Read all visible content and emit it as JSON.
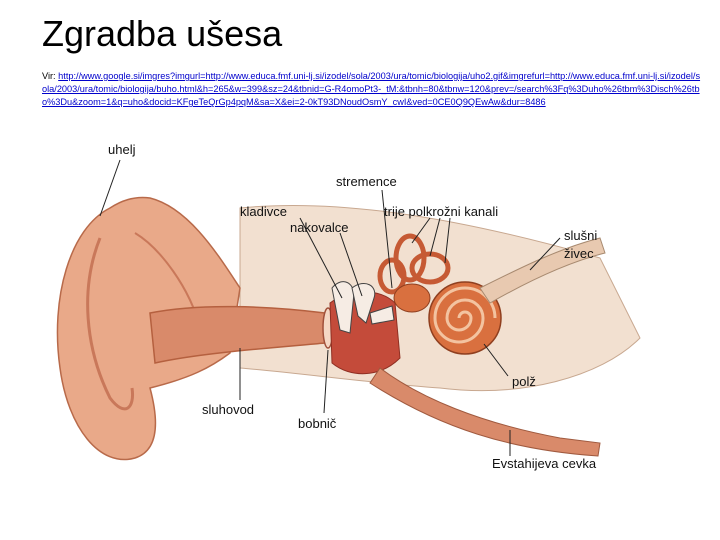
{
  "slide": {
    "title": "Zgradba ušesa",
    "source_prefix": "Vir: ",
    "source_url": "http://www.google.si/imgres?imgurl=http://www.educa.fmf.uni-lj.si/izodel/sola/2003/ura/tomic/biologija/uho2.gif&imgrefurl=http://www.educa.fmf.uni-lj.si/izodel/sola/2003/ura/tomic/biologija/buho.html&h=265&w=399&sz=24&tbnid=G-R4omoPt3-_tM:&tbnh=80&tbnw=120&prev=/search%3Fq%3Duho%26tbm%3Disch%26tbo%3Du&zoom=1&q=uho&docid=KFgeTeQrGp4pqM&sa=X&ei=2-0kT93DNoudOsmY_cwI&ved=0CE0Q9QEwAw&dur=8486"
  },
  "figure": {
    "labels": {
      "uhelj": "uhelj",
      "stremence": "stremence",
      "kladivce": "kladivce",
      "nakovalce": "nakovalce",
      "polkrozni": "trije polkrožni kanali",
      "slusni": "slušni",
      "zivec": "živec",
      "polz": "polž",
      "sluhovod": "sluhovod",
      "bobnic": "bobnič",
      "evstahijeva": "Evstahijeva cevka"
    },
    "colors": {
      "skin": "#e9a989",
      "skin_dark": "#c9785a",
      "canal": "#d98a6a",
      "bone": "#f3d7c2",
      "cochlea": "#d9703f",
      "middle_ear": "#c44b3a",
      "nerve": "#e8c9b0"
    }
  }
}
